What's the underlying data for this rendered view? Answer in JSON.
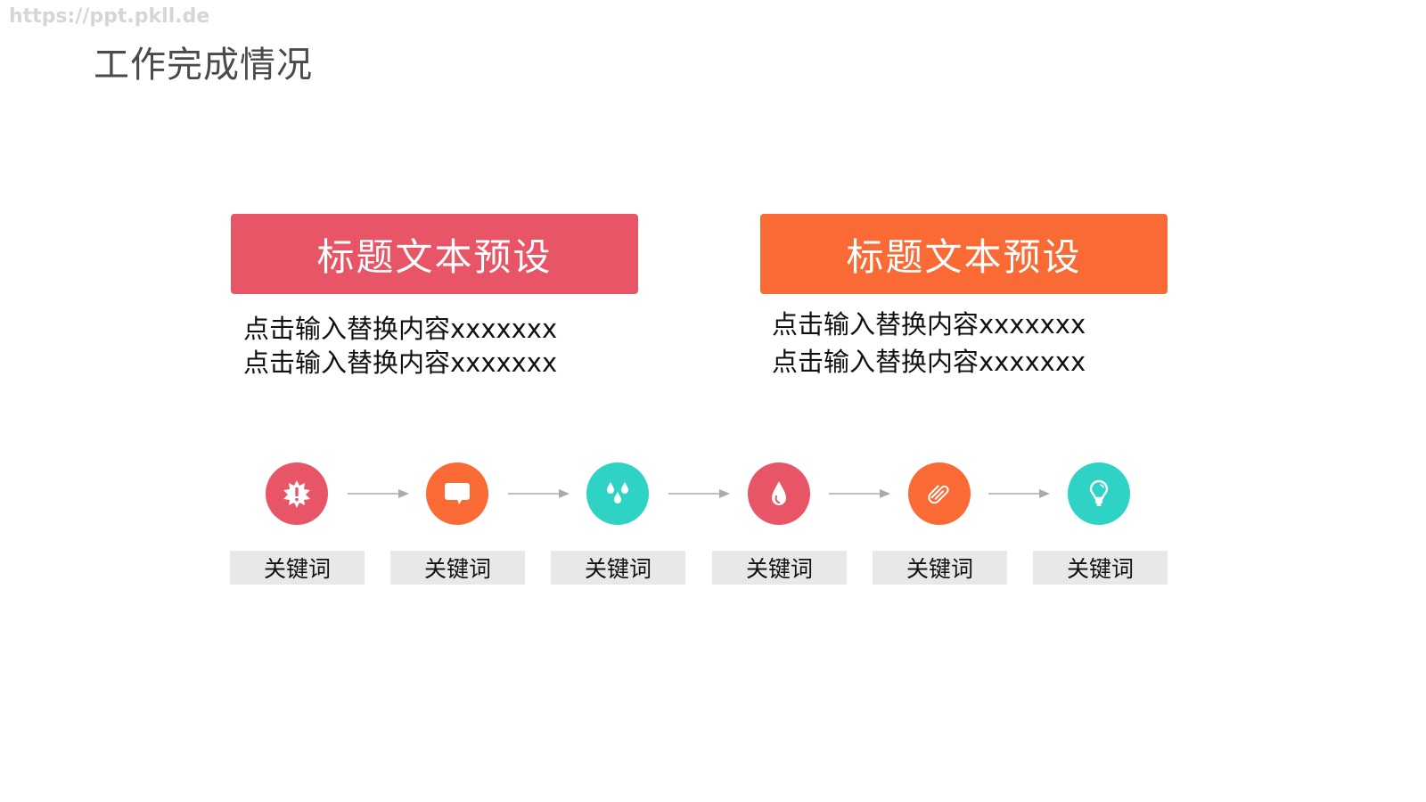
{
  "watermark": "https://ppt.pkll.de",
  "page_title": "工作完成情况",
  "colors": {
    "red": "#E85566",
    "orange": "#F96A35",
    "teal": "#2ED3C6",
    "keyword_bg": "#E8E8E9",
    "arrow": "#AAAAAA"
  },
  "cards": [
    {
      "title": "标题文本预设",
      "lines": [
        "点击输入替换内容xxxxxxx",
        "点击输入替换内容xxxxxxx"
      ]
    },
    {
      "title": "标题文本预设",
      "lines": [
        "点击输入替换内容xxxxxxx",
        "点击输入替换内容xxxxxxx"
      ]
    }
  ],
  "steps": [
    {
      "icon": "burst-alert-icon",
      "label": "关键词",
      "color": "red"
    },
    {
      "icon": "chat-bubble-icon",
      "label": "关键词",
      "color": "orange"
    },
    {
      "icon": "water-drops-icon",
      "label": "关键词",
      "color": "teal"
    },
    {
      "icon": "drop-icon",
      "label": "关键词",
      "color": "red"
    },
    {
      "icon": "paperclip-icon",
      "label": "关键词",
      "color": "orange"
    },
    {
      "icon": "lightbulb-icon",
      "label": "关键词",
      "color": "teal"
    }
  ]
}
